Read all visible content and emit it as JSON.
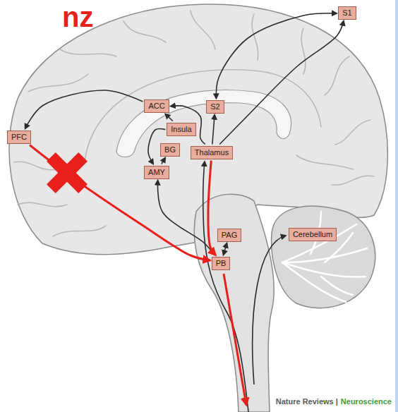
{
  "diagram": {
    "nodes": [
      {
        "text": [
          "S1"
        ]
      },
      {
        "text": [
          "ACC"
        ]
      },
      {
        "text": [
          "S2"
        ]
      },
      {
        "text": [
          "Insula"
        ]
      },
      {
        "text": [
          "PFC"
        ]
      },
      {
        "text": [
          "Thalamus"
        ]
      },
      {
        "text": [
          "BG"
        ]
      },
      {
        "text": [
          "AMY"
        ]
      },
      {
        "text": [
          "PAG"
        ]
      },
      {
        "text": [
          "Cerebellum"
        ]
      },
      {
        "text": [
          "PB"
        ]
      }
    ],
    "edges": [
      {
        "from": 5,
        "to": 0,
        "arrow": "to"
      },
      {
        "from": 0,
        "to": 2,
        "arrow": "both"
      },
      {
        "from": 5,
        "to": 2,
        "arrow": "to"
      },
      {
        "from": 5,
        "to": 1,
        "arrow": "to"
      },
      {
        "from": 3,
        "to": 1,
        "arrow": "to"
      },
      {
        "from": 1,
        "to": 4,
        "arrow": "to"
      },
      {
        "from": 3,
        "to": 7,
        "arrow": "to"
      },
      {
        "from": 7,
        "to": 6,
        "arrow": "to"
      },
      {
        "from": 10,
        "to": 7,
        "arrow": "to"
      },
      {
        "from": 10,
        "to": 8,
        "arrow": "both"
      },
      {
        "from": 4,
        "to": 10,
        "arrow": "to"
      },
      {
        "from": 5,
        "to": 10,
        "arrow": "to"
      }
    ],
    "labels": [
      "nz",
      "Nature Reviews |",
      "Neuroscience"
    ]
  }
}
